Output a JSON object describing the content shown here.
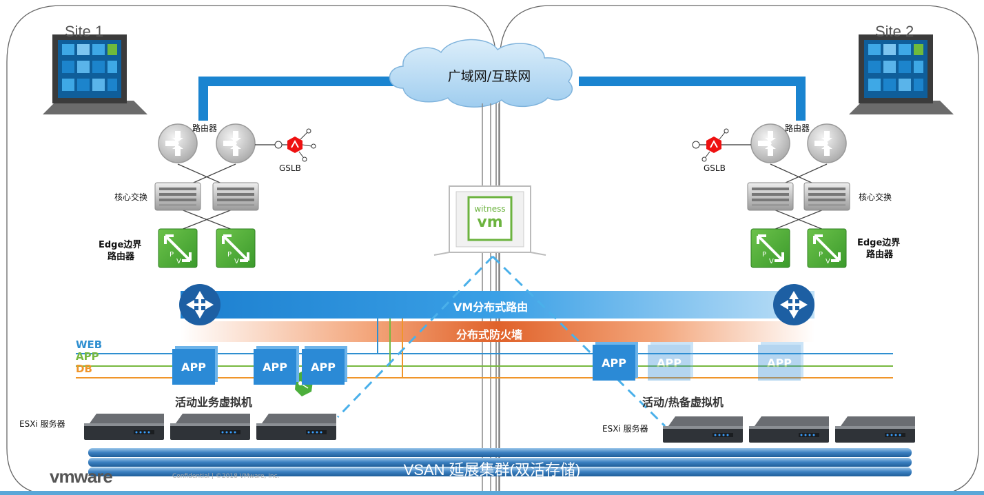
{
  "sites": {
    "left_title": "Site 1",
    "right_title": "Site 2"
  },
  "wan": {
    "label": "广域网/互联网"
  },
  "witness": {
    "line1": "witness",
    "line2": "vm"
  },
  "left": {
    "router_label": "路由器",
    "gslb_label": "GSLB",
    "core_switch_label": "核心交换",
    "edge_label_line1": "Edge边界",
    "edge_label_line2": "路由器",
    "vm_group_label": "活动业务虚拟机",
    "esxi_label": "ESXi 服务器"
  },
  "right": {
    "router_label": "路由器",
    "gslb_label": "GSLB",
    "core_switch_label": "核心交换",
    "edge_label_line1": "Edge边界",
    "edge_label_line2": "路由器",
    "vm_group_label": "活动/热备虚拟机",
    "esxi_label": "ESXi 服务器"
  },
  "bands": {
    "routing": "VM分布式路由",
    "firewall": "分布式防火墙"
  },
  "networks": [
    {
      "name": "WEB",
      "color": "#2f8fd0"
    },
    {
      "name": "APP",
      "color": "#77b83f"
    },
    {
      "name": "DB",
      "color": "#f0952a"
    }
  ],
  "apps": [
    "APP",
    "APP",
    "APP",
    "APP",
    "APP",
    "APP"
  ],
  "storage": {
    "label": "VSAN 延展集群(双活存储)"
  },
  "footer": {
    "logo": "vmware",
    "confidential": "Confidential   |   ©2018 VMware, Inc."
  },
  "colors": {
    "wan_link": "#1a84d0",
    "router": "#c9c9c9",
    "edge": "#4caf3c",
    "core_router": "#1d5fa3",
    "firewall": "#e06a2c"
  }
}
